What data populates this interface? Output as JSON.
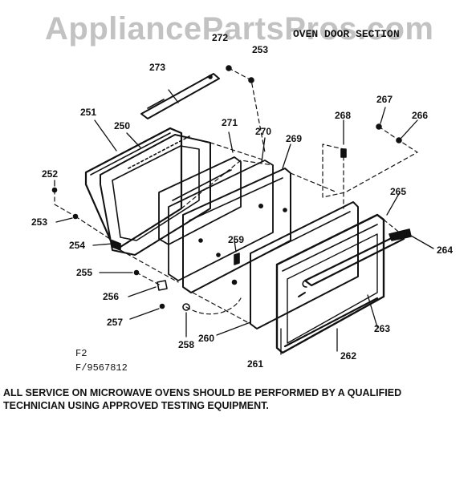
{
  "watermark": "AppliancePartsPros.com",
  "section_title": "OVEN DOOR SECTION",
  "figure": {
    "code": "F2",
    "number": "F/9567812"
  },
  "callouts": {
    "p272": "272",
    "p253a": "253",
    "p273": "273",
    "p251": "251",
    "p250": "250",
    "p271": "271",
    "p270": "270",
    "p269": "269",
    "p268": "268",
    "p267": "267",
    "p266": "266",
    "p252": "252",
    "p253b": "253",
    "p254": "254",
    "p255": "255",
    "p256": "256",
    "p257": "257",
    "p258": "258",
    "p259": "259",
    "p260": "260",
    "p261": "261",
    "p262": "262",
    "p263": "263",
    "p264": "264",
    "p265": "265"
  },
  "footer": {
    "line1": "ALL SERVICE ON MICROWAVE OVENS SHOULD BE PERFORMED BY A QUALIFIED",
    "line2": "TECHNICIAN USING APPROVED TESTING EQUIPMENT."
  }
}
